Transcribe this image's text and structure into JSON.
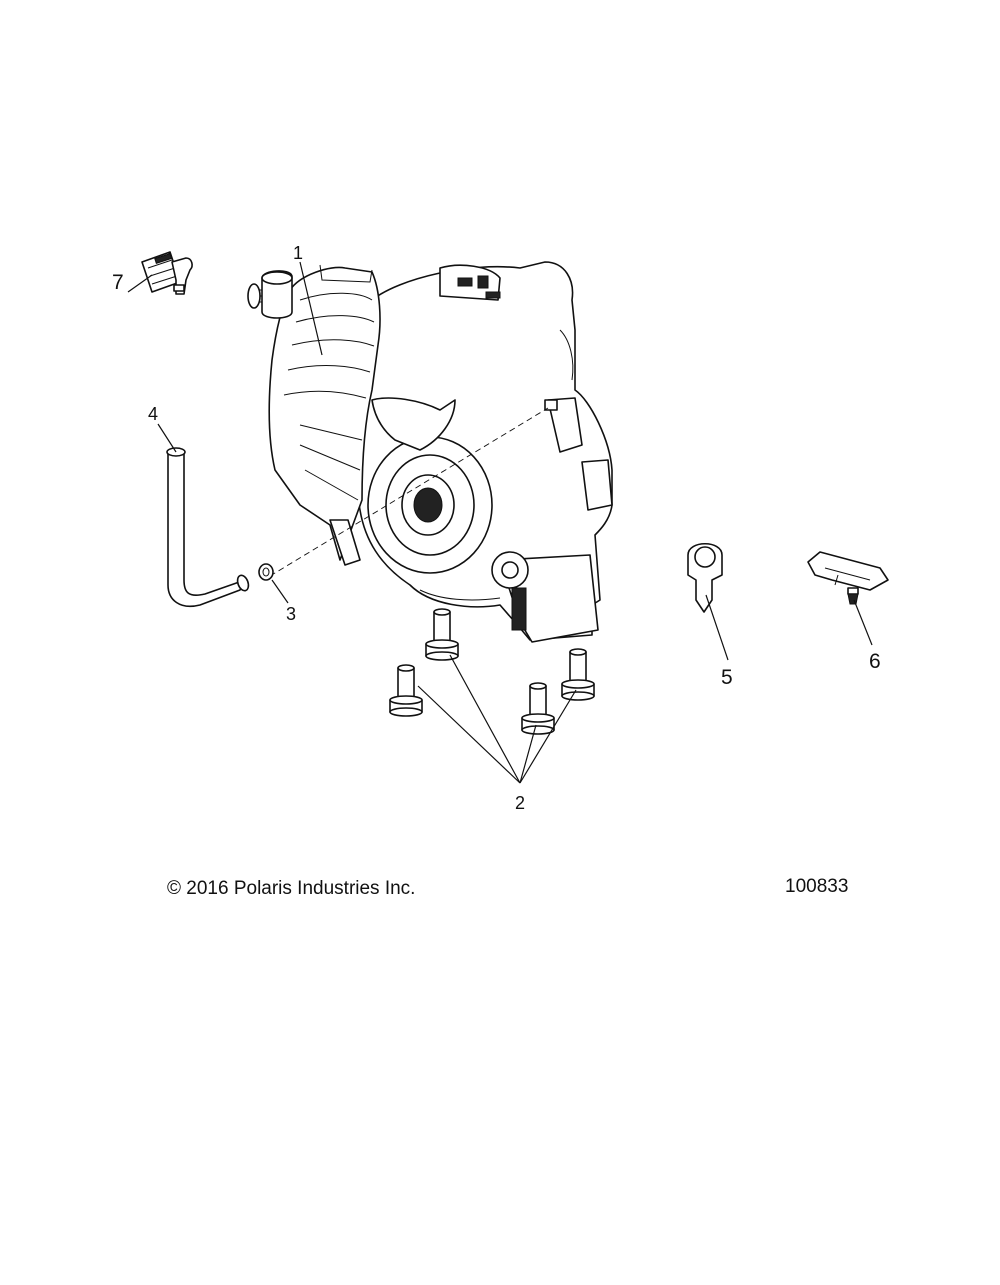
{
  "callouts": {
    "c1": "1",
    "c2": "2",
    "c3": "3",
    "c4": "4",
    "c5": "5",
    "c6": "6",
    "c7": "7"
  },
  "footer": {
    "copyright": "© 2016 Polaris Industries Inc.",
    "figure_id": "100833"
  }
}
